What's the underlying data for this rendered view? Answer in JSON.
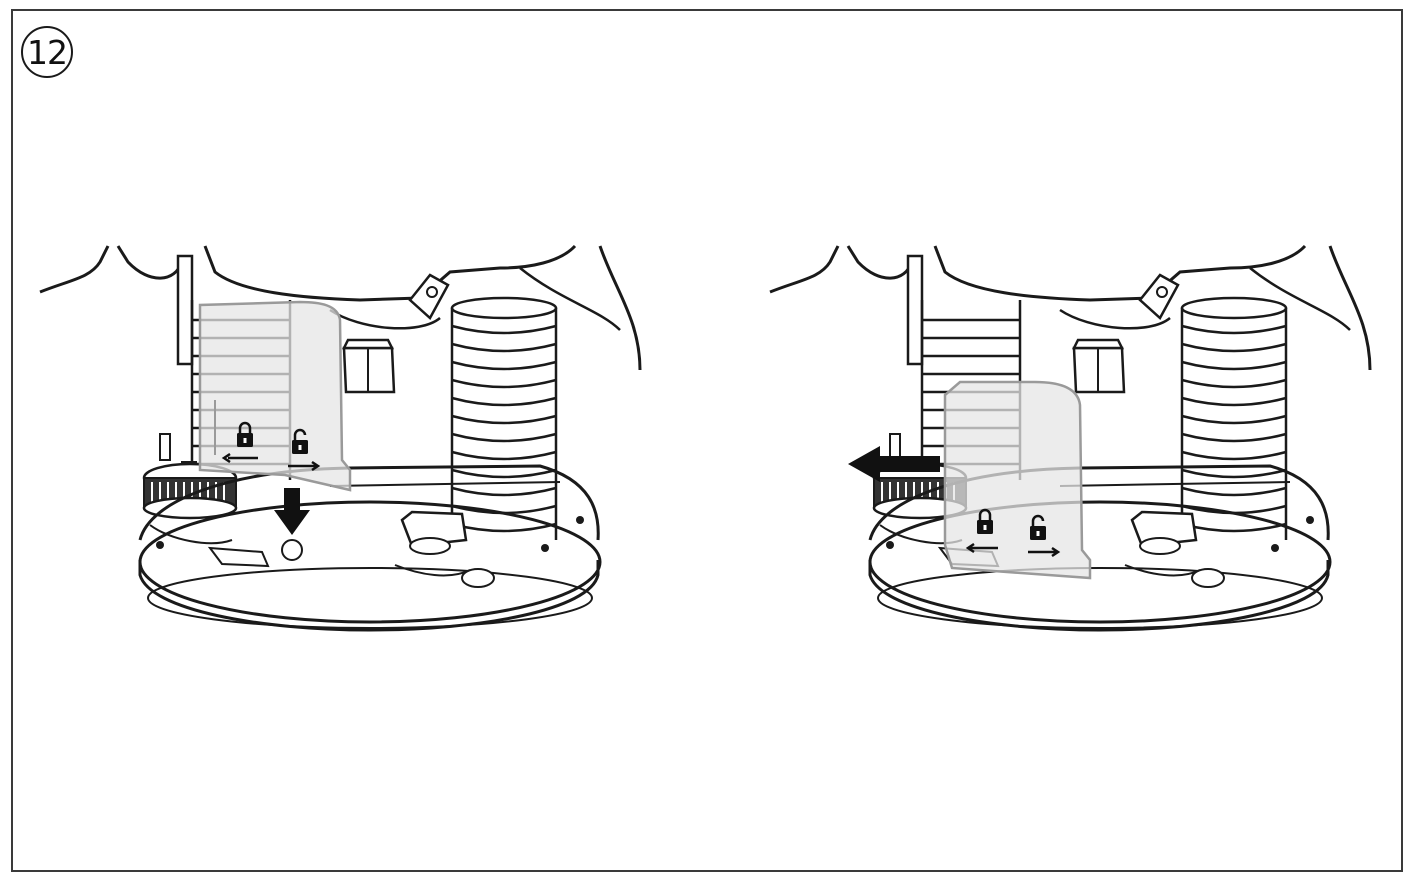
{
  "figure": {
    "step_number": "12",
    "colors": {
      "line": "#1a1a1a",
      "guard_fill": "#e6e6e6",
      "guard_edge": "#9a9a9a",
      "arrow": "#111111"
    },
    "panels": [
      {
        "name": "guard-attached-left",
        "arrow_direction": "down",
        "lock_icons": [
          "lock-closed-icon",
          "lock-open-icon"
        ]
      },
      {
        "name": "guard-slide-right",
        "arrow_direction": "left",
        "lock_icons": [
          "lock-closed-icon",
          "lock-open-icon"
        ]
      }
    ]
  }
}
